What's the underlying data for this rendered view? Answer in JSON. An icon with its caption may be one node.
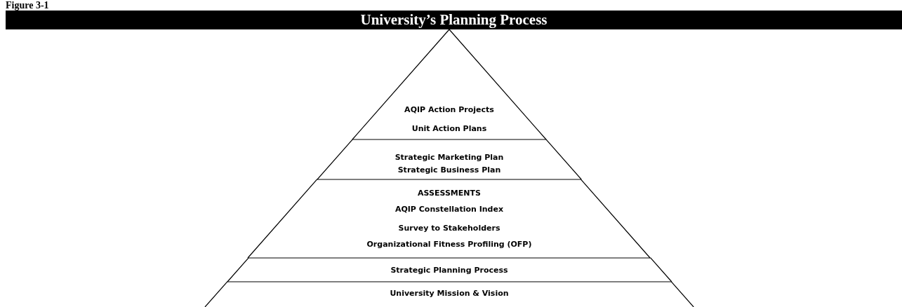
{
  "diagram": {
    "title": "University’s Planning Process",
    "nodes": [
      {
        "text": [
          "AQIP Action Projects",
          "Unit Action Plans"
        ]
      },
      {
        "text": [
          "Strategic Marketing Plan",
          "Strategic Business Plan"
        ]
      },
      {
        "text": [
          "ASSESSMENTS",
          "AQIP Constellation Index",
          "Survey to Stakeholders",
          "Organizational Fitness Profiling (OFP)"
        ]
      },
      {
        "text": [
          "Strategic Planning Process"
        ]
      },
      {
        "text": [
          "University Mission & Vision"
        ]
      }
    ],
    "edges": [],
    "labels": [
      "Figure 3-1"
    ]
  }
}
